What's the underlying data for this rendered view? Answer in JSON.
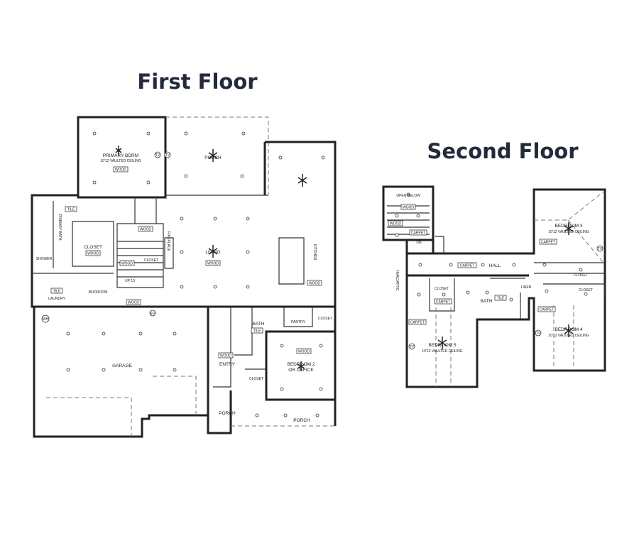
{
  "titles": {
    "first": "First Floor",
    "second": "Second Floor"
  },
  "first_floor": {
    "rooms": {
      "primary_bedroom": "PRIMARY BDRM",
      "primary_ceiling": "10'12 VAULTED CEILING",
      "porch_rear": "PORCH",
      "primary_bath": "PRIMARY BATH",
      "closet_primary": "CLOSET",
      "shower": "SHOWER",
      "fireplace": "FIREPLACE",
      "closet_stair": "CLOSET",
      "living": "LIVING",
      "kitchen": "KITCHEN",
      "laundry": "LAUNDRY",
      "mudroom": "MUDROOM",
      "stair_up": "UP 13",
      "garage": "GARAGE",
      "bath": "BATH",
      "pantry": "PANTRY",
      "closet_kitchen": "CLOSET",
      "entry": "ENTRY",
      "closet_entry": "CLOSET",
      "bedroom2": "BEDROOM 2",
      "bedroom2_sub": "OR OFFICE",
      "porch_front_small": "PORCH",
      "porch_front": "PORCH"
    },
    "tags": {
      "wood": "WOOD",
      "tile": "TILE",
      "tv": "TV",
      "ev": "EV",
      "wh": "WH"
    }
  },
  "second_floor": {
    "rooms": {
      "open_below": "OPEN BELOW",
      "hall": "HALL",
      "hvac_attic": "HVAC/ATTIC",
      "closet_a": "CLOSET",
      "bath": "BATH",
      "linen": "LINEN",
      "bedroom3": "BEDROOM 3",
      "bedroom3_ceiling": "10'12 VAULTED CEILING",
      "closet_b3": "CLOSET",
      "closet_b4": "CLOSET",
      "bedroom4": "BEDROOM 4",
      "bedroom4_ceiling": "10'12 VAULTED CEILING",
      "bedroom5": "BEDROOM 5",
      "bedroom5_ceiling": "10'12 VAULTED CEILING",
      "stair_dn": "DN"
    },
    "tags": {
      "wood": "WOOD",
      "carpet": "CARPET",
      "tile": "TILE",
      "tv": "TV"
    }
  },
  "colors": {
    "title": "#232a3b",
    "walls": "#222222",
    "background": "#ffffff"
  }
}
